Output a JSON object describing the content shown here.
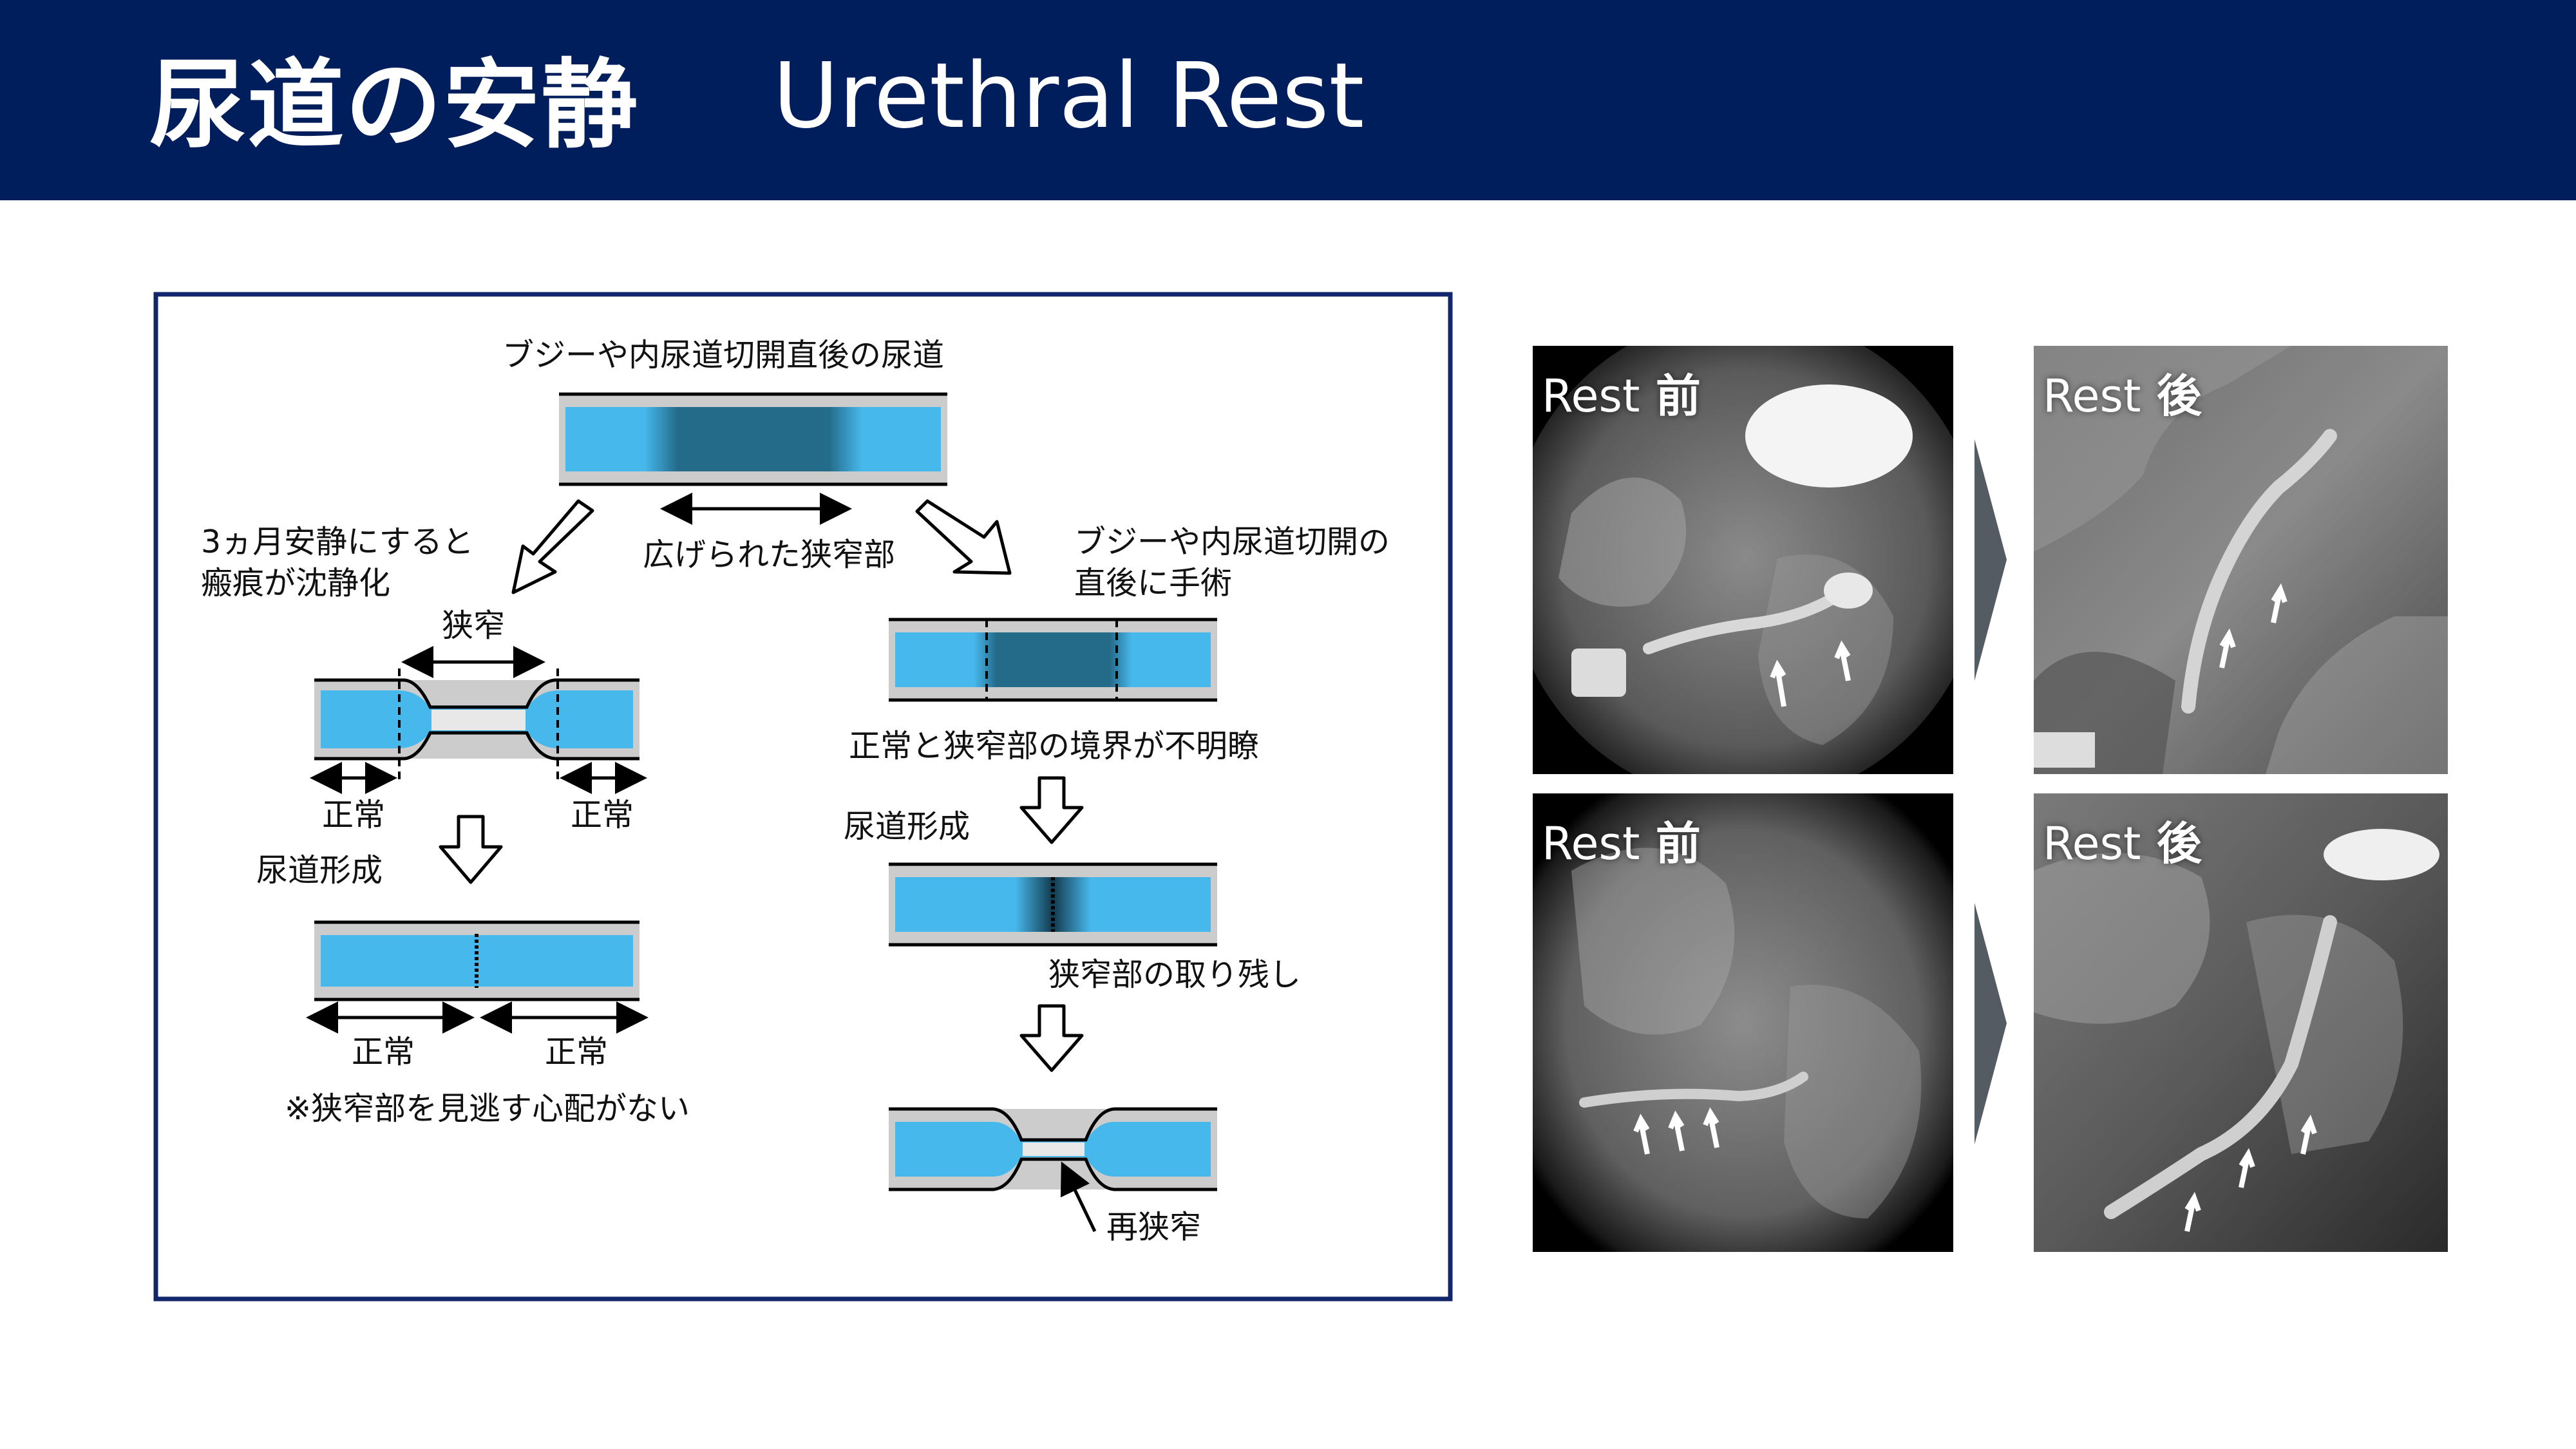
{
  "header": {
    "title_ja": "尿道の安静",
    "title_en": "Urethral Rest"
  },
  "diagram": {
    "top_label": "ブジーや内尿道切開直後の尿道",
    "widened_label": "広げられた狭窄部",
    "left_branch_line1": "3ヵ月安静にすると",
    "left_branch_line2": "瘢痕が沈静化",
    "right_branch_line1": "ブジーや内尿道切開の",
    "right_branch_line2": "直後に手術",
    "stricture_label": "狭窄",
    "normal_label": "正常",
    "urethroplasty_label": "尿道形成",
    "note": "※狭窄部を見逃す心配がない",
    "unclear_boundary": "正常と狭窄部の境界が不明瞭",
    "leftover_label": "狭窄部の取り残し",
    "restricture_label": "再狭窄"
  },
  "xrays": [
    {
      "rest": "Rest",
      "state": "前"
    },
    {
      "rest": "Rest",
      "state": "後"
    },
    {
      "rest": "Rest",
      "state": "前"
    },
    {
      "rest": "Rest",
      "state": "後"
    }
  ],
  "colors": {
    "header_bg": "#001d5c",
    "urethra_blue": "#47b8ec",
    "stricture_dark": "#246a89",
    "frame": "#12266b"
  }
}
